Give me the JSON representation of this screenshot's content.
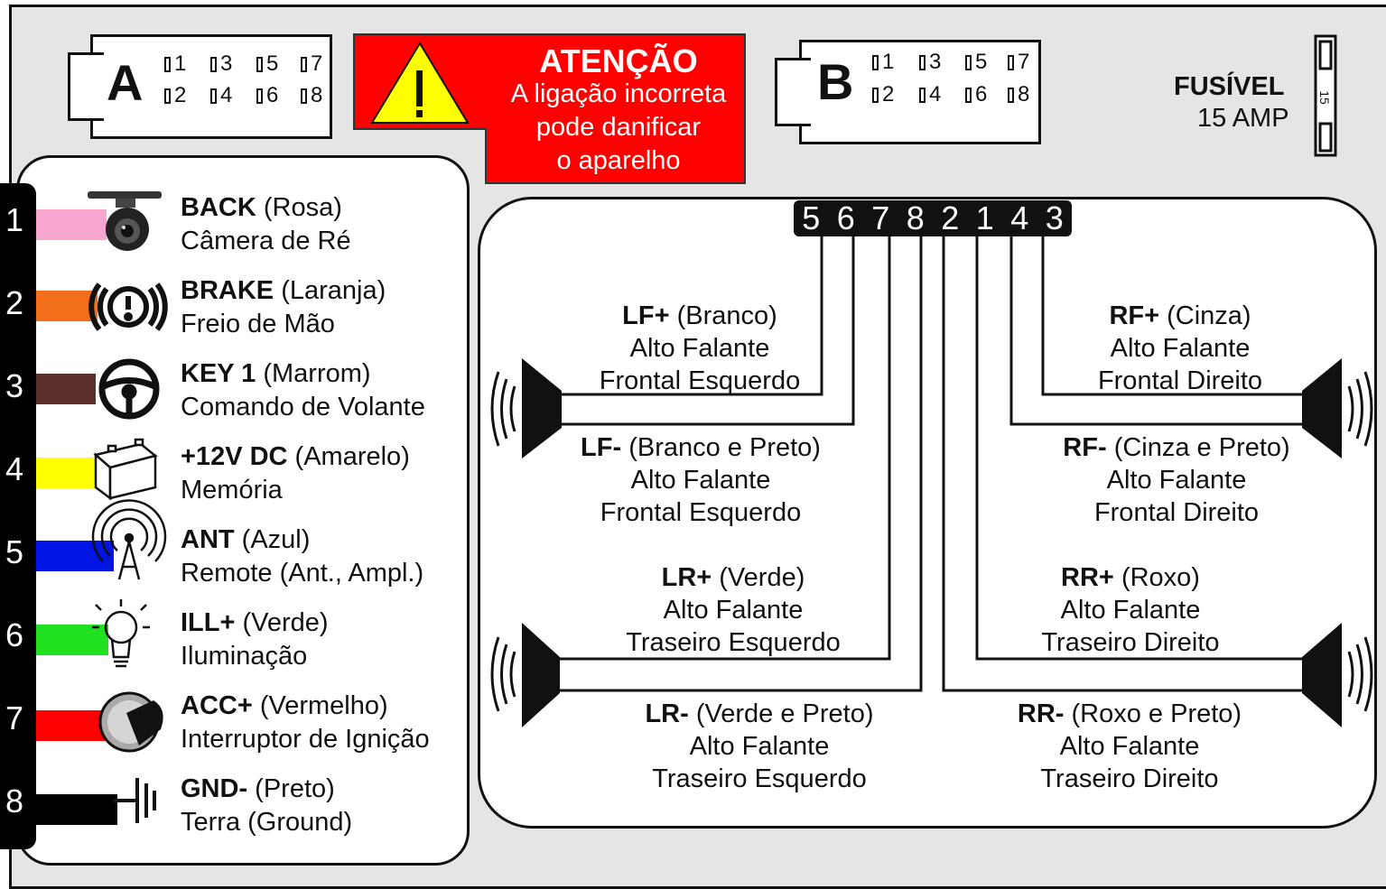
{
  "connector_a": {
    "letter": "A",
    "pins_top": [
      "1",
      "3",
      "5",
      "7"
    ],
    "pins_bottom": [
      "2",
      "4",
      "6",
      "8"
    ]
  },
  "connector_b": {
    "letter": "B",
    "pins_top": [
      "1",
      "3",
      "5",
      "7"
    ],
    "pins_bottom": [
      "2",
      "4",
      "6",
      "8"
    ]
  },
  "warning": {
    "title": "ATENÇÃO",
    "lines": [
      "A ligação incorreta",
      "pode danificar",
      "o aparelho"
    ],
    "bg_color": "#ff0000",
    "triangle_color": "#ffff00",
    "symbol": "!"
  },
  "fuse": {
    "title": "FUSÍVEL",
    "rating": "15 AMP",
    "body_label": "15"
  },
  "connector_a_wires": [
    {
      "num": "1",
      "code": "BACK",
      "color_name": "(Rosa)",
      "desc": "Câmera de Ré",
      "color": "#f7a6cf",
      "icon": "camera-icon"
    },
    {
      "num": "2",
      "code": "BRAKE",
      "color_name": "(Laranja)",
      "desc": "Freio de Mão",
      "color": "#f26e1b",
      "icon": "brake-warning-icon"
    },
    {
      "num": "3",
      "code": "KEY 1",
      "color_name": "(Marrom)",
      "desc": "Comando de Volante",
      "color": "#5a2f2c",
      "icon": "steering-wheel-icon"
    },
    {
      "num": "4",
      "code": "+12V DC",
      "color_name": "(Amarelo)",
      "desc": "Memória",
      "color": "#ffff00",
      "icon": "battery-icon"
    },
    {
      "num": "5",
      "code": "ANT",
      "color_name": "(Azul)",
      "desc": "Remote (Ant., Ampl.)",
      "color": "#0014e6",
      "icon": "antenna-icon"
    },
    {
      "num": "6",
      "code": "ILL+",
      "color_name": "(Verde)",
      "desc": "Iluminação",
      "color": "#20e020",
      "icon": "light-bulb-icon"
    },
    {
      "num": "7",
      "code": "ACC+",
      "color_name": "(Vermelho)",
      "desc": "Interruptor de Ignição",
      "color": "#ff0000",
      "icon": "ignition-key-icon"
    },
    {
      "num": "8",
      "code": "GND-",
      "color_name": "(Preto)",
      "desc": "Terra (Ground)",
      "color": "#000000",
      "icon": "ground-icon"
    }
  ],
  "speaker_pin_order": [
    "5",
    "6",
    "7",
    "8",
    "2",
    "1",
    "4",
    "3"
  ],
  "speaker_wires": [
    {
      "code": "LF+",
      "color_name": "(Branco)",
      "line1": "Alto Falante",
      "line2": "Frontal Esquerdo",
      "pin": "5"
    },
    {
      "code": "LF-",
      "color_name": "(Branco e Preto)",
      "line1": "Alto Falante",
      "line2": "Frontal Esquerdo",
      "pin": "6"
    },
    {
      "code": "LR+",
      "color_name": "(Verde)",
      "line1": "Alto Falante",
      "line2": "Traseiro Esquerdo",
      "pin": "7"
    },
    {
      "code": "LR-",
      "color_name": "(Verde e Preto)",
      "line1": "Alto Falante",
      "line2": "Traseiro Esquerdo",
      "pin": "8"
    },
    {
      "code": "RF+",
      "color_name": "(Cinza)",
      "line1": "Alto Falante",
      "line2": "Frontal Direito",
      "pin": "3"
    },
    {
      "code": "RF-",
      "color_name": "(Cinza e Preto)",
      "line1": "Alto Falante",
      "line2": "Frontal Direito",
      "pin": "4"
    },
    {
      "code": "RR+",
      "color_name": "(Roxo)",
      "line1": "Alto Falante",
      "line2": "Traseiro Direito",
      "pin": "1"
    },
    {
      "code": "RR-",
      "color_name": "(Roxo e Preto)",
      "line1": "Alto Falante",
      "line2": "Traseiro Direito",
      "pin": "2"
    }
  ]
}
